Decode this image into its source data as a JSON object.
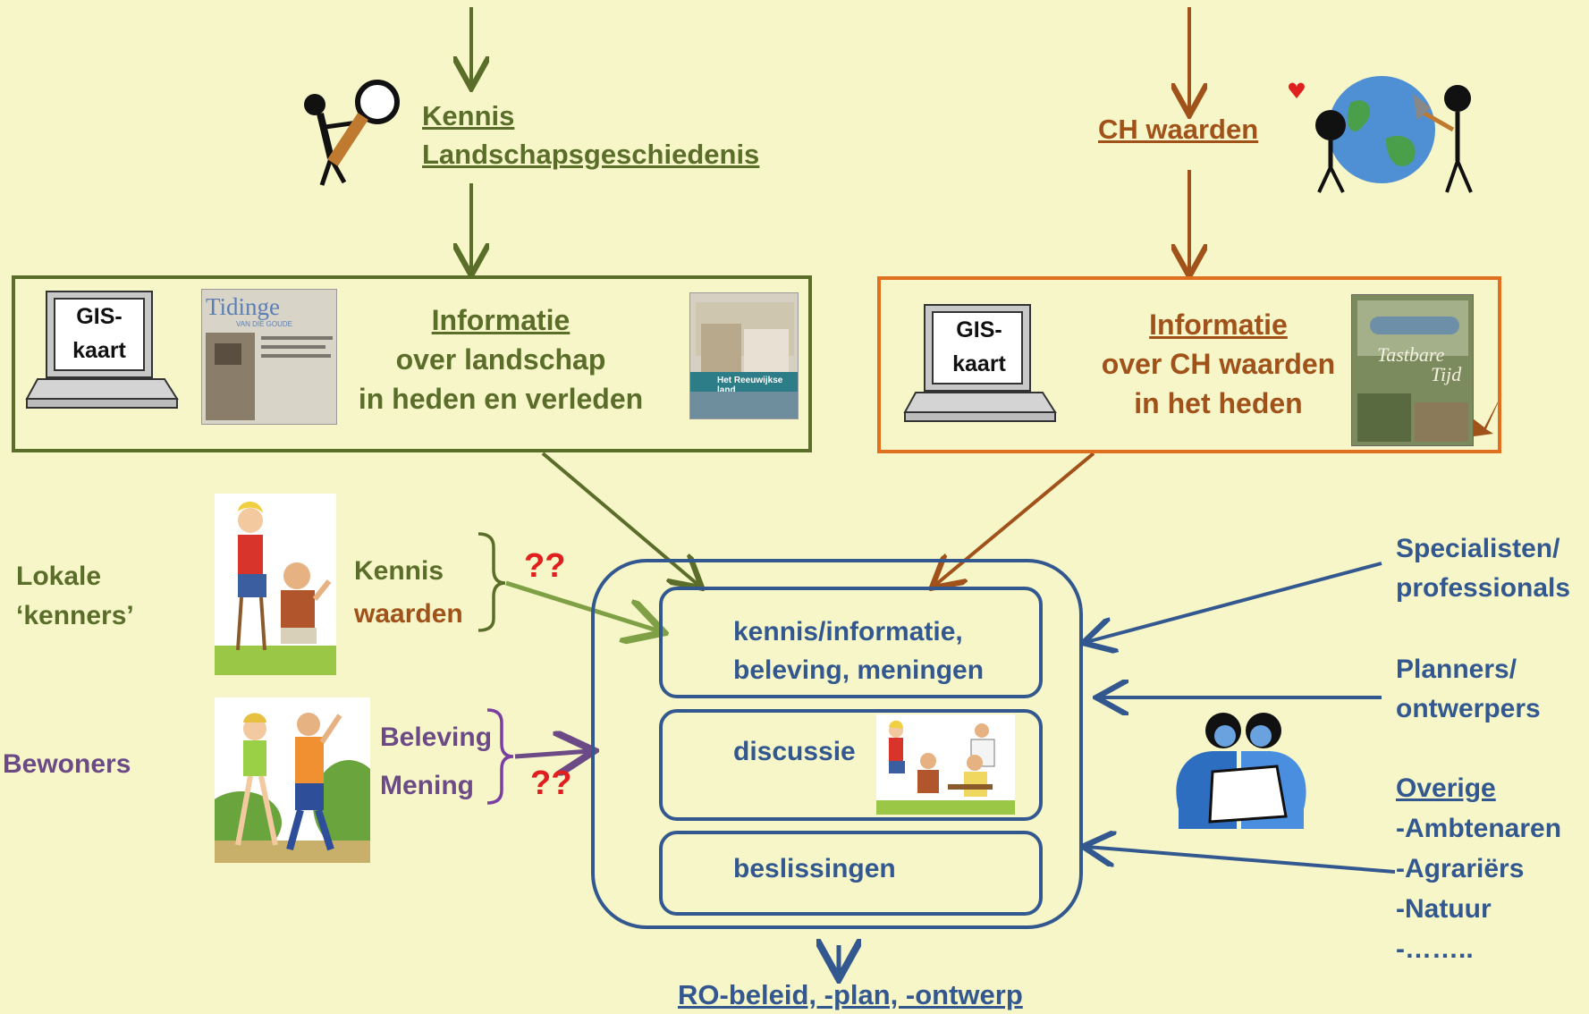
{
  "top_left": {
    "line1": "Kennis",
    "line2": "Landschapsgeschiedenis"
  },
  "top_right": {
    "label": "CH waarden"
  },
  "left_box": {
    "laptop_label_1": "GIS-",
    "laptop_label_2": "kaart",
    "book_title": "Tidinge",
    "book_subtitle": "VAN DIE GOUDE",
    "book2_title": "Het Reeuwijkse land",
    "title": "Informatie",
    "line2": "over landschap",
    "line3": "in heden en verleden"
  },
  "right_box": {
    "laptop_label_1": "GIS-",
    "laptop_label_2": "kaart",
    "book_title_1": "Tastbare",
    "book_title_2": "Tijd",
    "title": "Informatie",
    "line2": "over CH waarden",
    "line3": "in het heden"
  },
  "left_groups": {
    "kenners_1": "Lokale",
    "kenners_2": "‘kenners’",
    "kennis": "Kennis",
    "waarden": "waarden",
    "qq1": "??",
    "bewoners": "Bewoners",
    "beleving": "Beleving",
    "mening": "Mening",
    "qq2": "??"
  },
  "center": {
    "box1_line1": "kennis/informatie,",
    "box1_line2": "beleving, meningen",
    "box2": "discussie",
    "box3": "beslissingen"
  },
  "right_groups": {
    "spec_1": "Specialisten/",
    "spec_2": "professionals",
    "plan_1": "Planners/",
    "plan_2": "ontwerpers",
    "overige": "Overige",
    "o1": "-Ambtenaren",
    "o2": "-Agrariërs",
    "o3": "-Natuur",
    "o4": "-…….."
  },
  "bottom": {
    "label": "RO-beleid, -plan, -ontwerp"
  },
  "colors": {
    "background": "#f6f6c8",
    "green": "#5a6e2a",
    "brown": "#a0521a",
    "orange_border": "#e07020",
    "blue": "#33588f",
    "purple": "#6b4a86",
    "red": "#e0201f"
  }
}
